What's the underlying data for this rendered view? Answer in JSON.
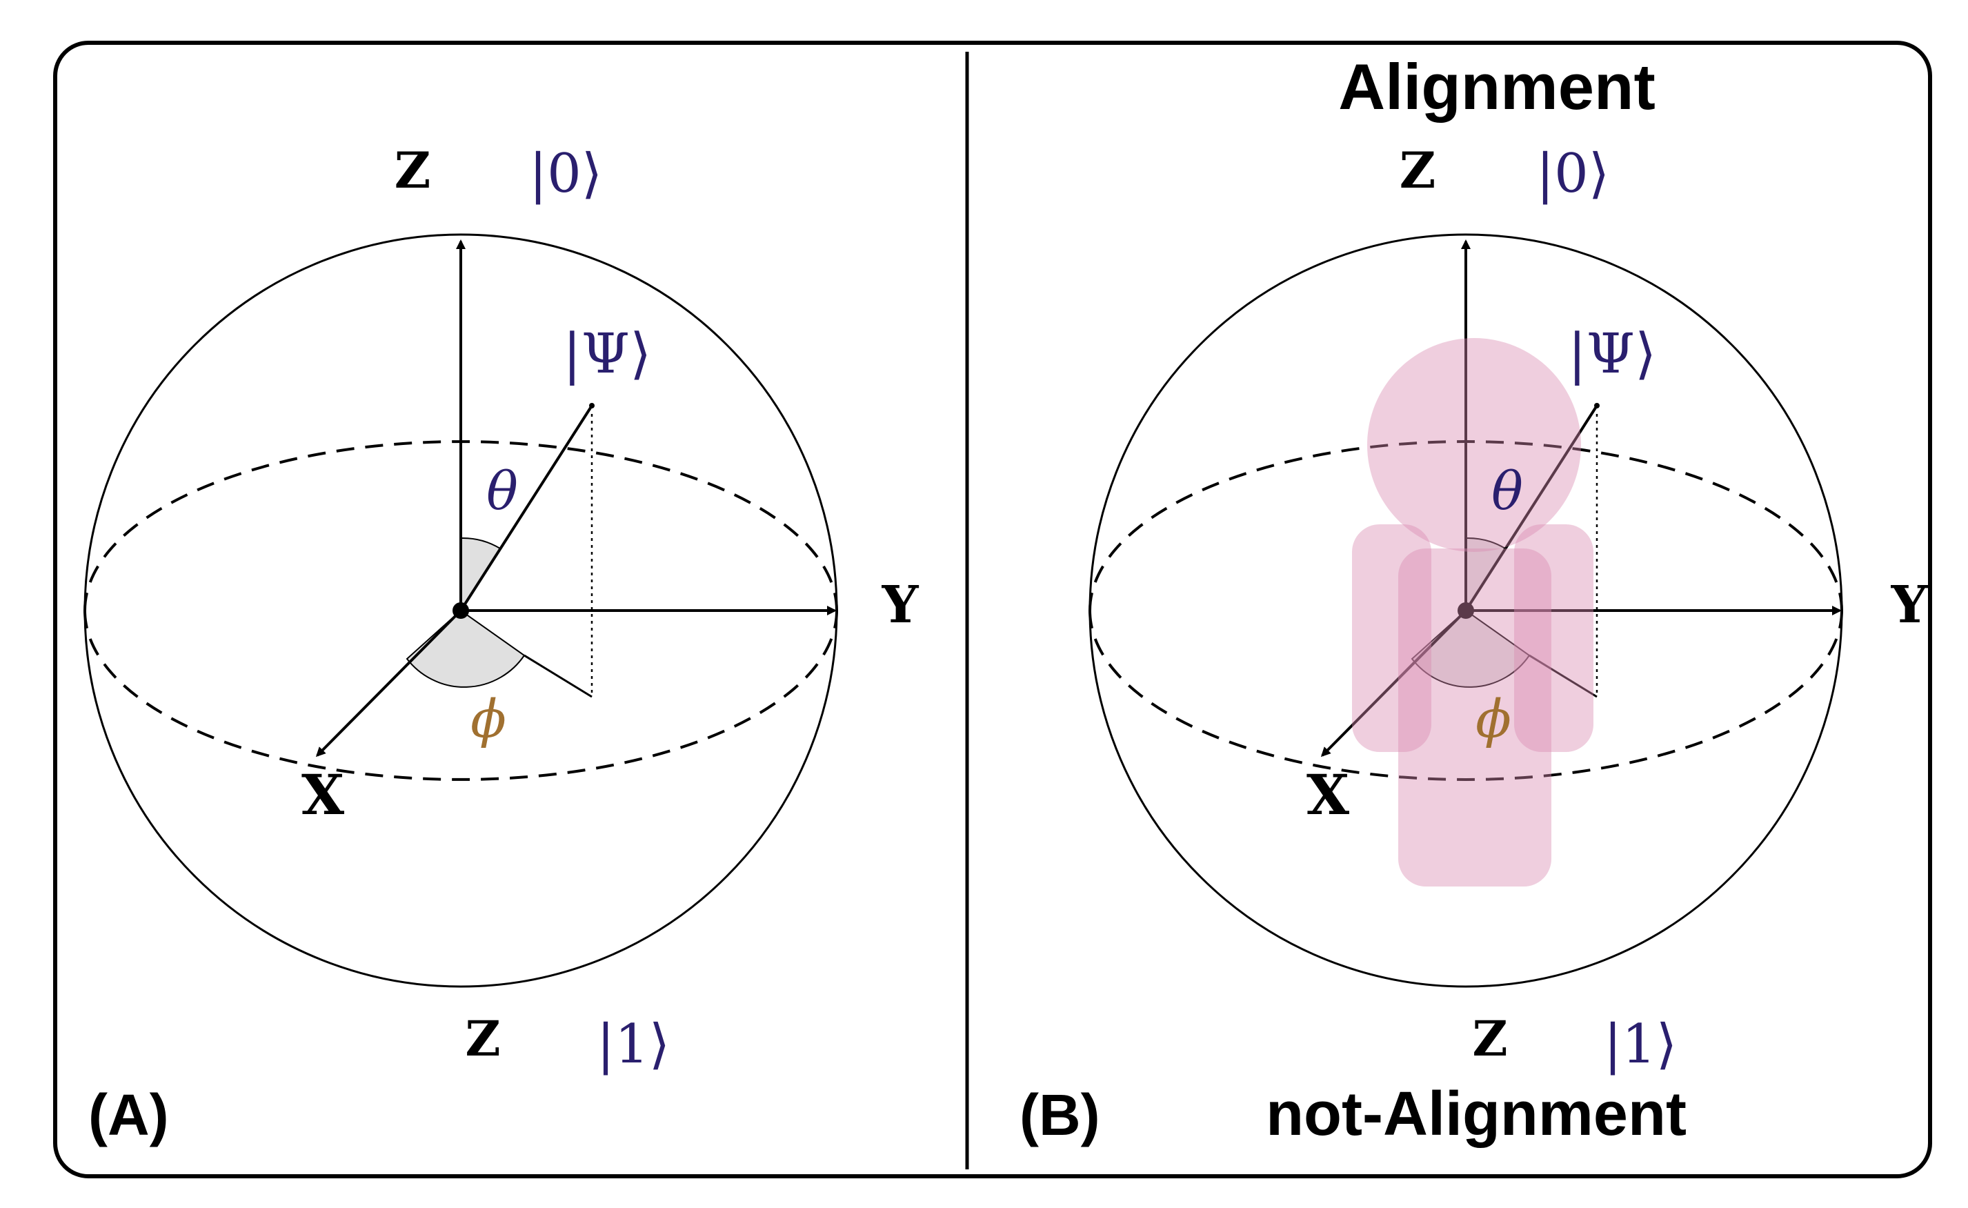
{
  "panel_a": {
    "label": "(A)",
    "axes": {
      "z_top": "Z",
      "ket_top": "|0⟩",
      "y": "Y",
      "x": "X",
      "z_bottom": "Z",
      "ket_bottom": "|1⟩"
    },
    "state": "|Ψ⟩",
    "theta": "θ",
    "phi": "ϕ"
  },
  "panel_b": {
    "label": "(B)",
    "title_top": "Alignment",
    "title_bottom": "not-Alignment",
    "axes": {
      "z_top": "Z",
      "ket_top": "|0⟩",
      "y": "Y",
      "x": "X",
      "z_bottom": "Z",
      "ket_bottom": "|1⟩"
    },
    "state": "|Ψ⟩",
    "theta": "θ",
    "phi": "ϕ"
  },
  "colors": {
    "ink": "#000000",
    "figure_overlay": "#d98ab0",
    "angle_fill": "#d9d9d9",
    "ket_purple": "#2a1f6e"
  }
}
